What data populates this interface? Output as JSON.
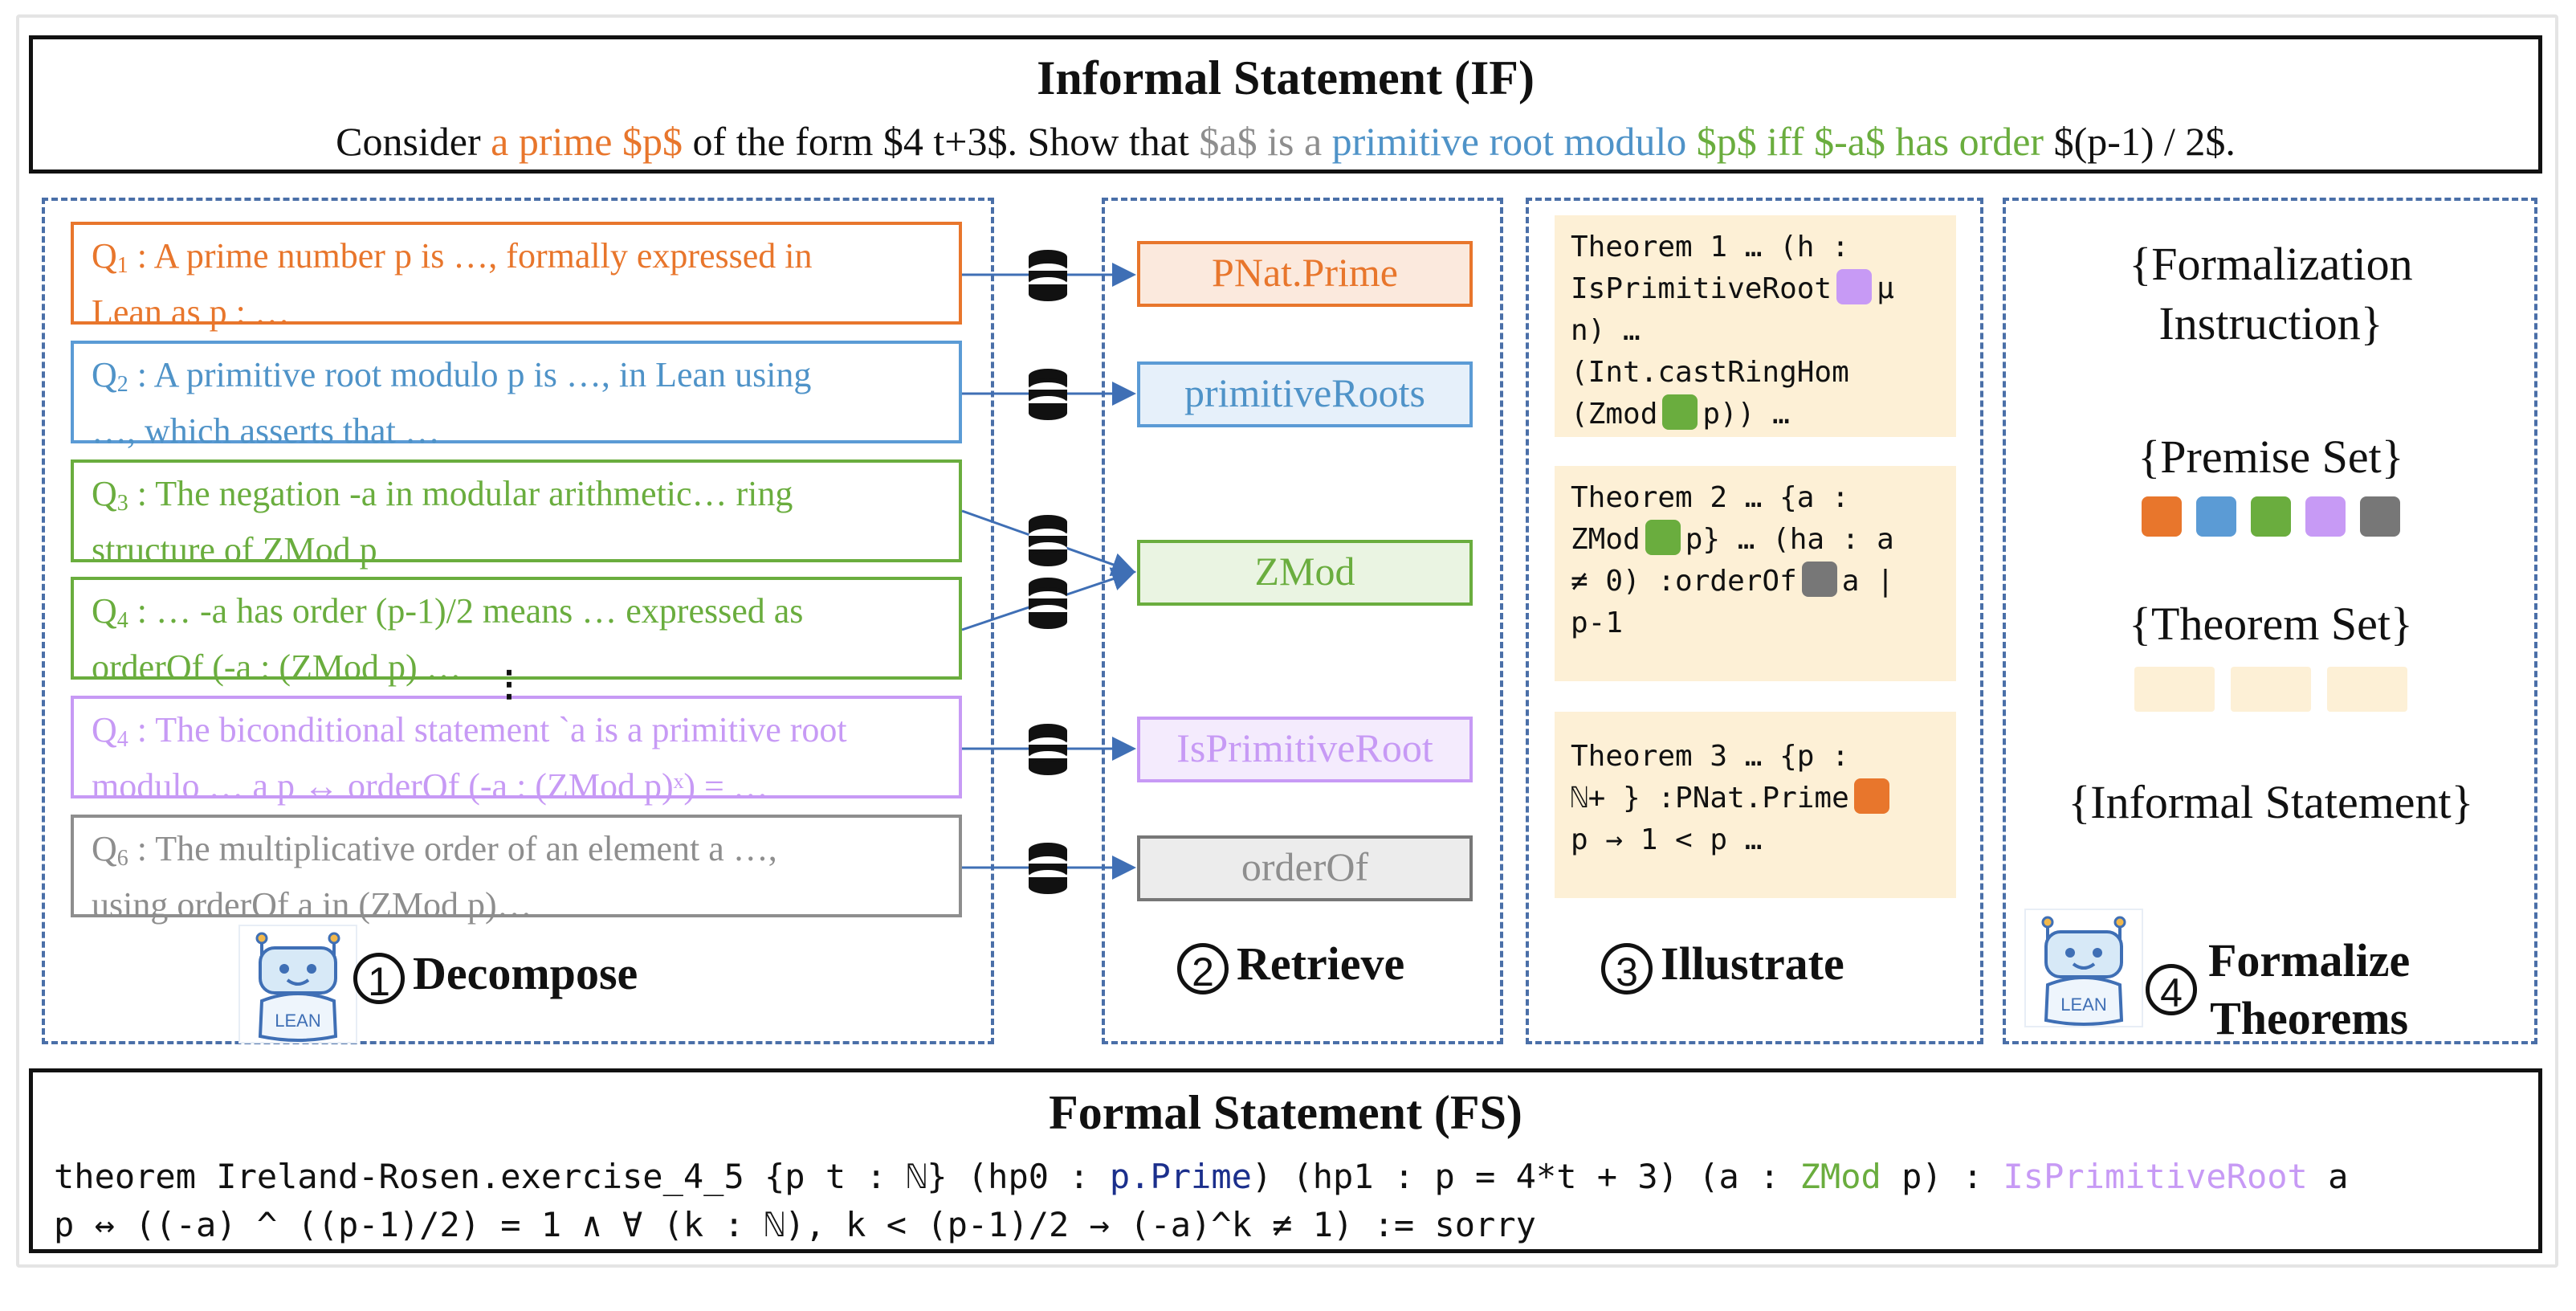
{
  "informal": {
    "title": "Informal Statement (IF)",
    "seg1": "Consider ",
    "seg2": "a prime $p$",
    "seg3": " of the form $4 t+3$. Show that ",
    "seg4": "$a$",
    "seg5": " is a ",
    "seg6": "primitive root modulo",
    "seg7": " $p$ iff $-a$ has order",
    "seg8": " $(p-1) / 2$."
  },
  "queries": [
    {
      "name": "Q",
      "sub": "1",
      "line1": " : A prime number p is …, formally expressed in",
      "line2": "Lean as p :  …"
    },
    {
      "name": "Q",
      "sub": "2",
      "line1": " : A primitive root modulo p is …, in Lean using",
      "line2": "…, which asserts that …"
    },
    {
      "name": "Q",
      "sub": "3",
      "line1": " : The negation -a in modular arithmetic… ring",
      "line2": "structure of ZMod p"
    },
    {
      "name": "Q",
      "sub": "4",
      "line1": " : … -a has order (p-1)/2 means … expressed as",
      "line2": "orderOf (-a : (ZMod p) …"
    },
    {
      "name": "Q",
      "sub": "4",
      "line1": " : The biconditional statement `a is a primitive root",
      "line2": "modulo … a p ↔ orderOf (-a : (ZMod p)ˣ) = …"
    },
    {
      "name": "Q",
      "sub": "6",
      "line1": " : The multiplicative order of an element a …,",
      "line2": "using orderOf a in (ZMod p)…"
    }
  ],
  "ellipsis": "⋮",
  "premises": [
    "PNat.Prime",
    "primitiveRoots",
    "ZMod",
    "IsPrimitiveRoot",
    "orderOf"
  ],
  "theorems": [
    {
      "l1a": "Theorem 1 … (h :",
      "l2a": "IsPrimitiveRoot",
      "l2b": "μ",
      "l3": "n) …",
      "l4": "(Int.castRingHom",
      "l5a": "(Zmod",
      "l5b": "p)) …"
    },
    {
      "l1a": "Theorem 2 … {a :",
      "l2a": "ZMod",
      "l2b": "p} … (ha : a",
      "l3a": "≠ 0) :orderOf",
      "l3b": "a |",
      "l4": "p-1"
    },
    {
      "l1a": "Theorem 3 … {p :",
      "l2a": "ℕ+ } :PNat.Prime",
      "l3": "p → 1 < p …"
    }
  ],
  "steps": {
    "decompose": {
      "num": "1",
      "label": "Decompose"
    },
    "retrieve": {
      "num": "2",
      "label": "Retrieve"
    },
    "illustrate": {
      "num": "3",
      "label": "Illustrate"
    },
    "formalize": {
      "num": "4",
      "label1": "Formalize",
      "label2": "Theorems"
    }
  },
  "right_panel": {
    "instruction1": "{Formalization",
    "instruction2": "Instruction}",
    "premise_set": "{Premise Set}",
    "theorem_set": "{Theorem Set}",
    "informal_statement": "{Informal Statement}"
  },
  "logo_text": "LEAN",
  "formal": {
    "title": "Formal Statement (FS)",
    "l1a": "theorem Ireland-Rosen.exercise_4_5 {p t : ℕ} (hp0 : ",
    "l1b": "p.Prime",
    "l1c": ") (hp1 : p = 4*t + 3) (a : ",
    "l1d": "ZMod",
    "l1e": " p) : ",
    "l1f": "IsPrimitiveRoot",
    "l1g": " a",
    "l2": "p ↔ ((-a) ^ ((p-1)/2) = 1 ∧ ∀ (k : ℕ), k < (p-1)/2 → (-a)^k ≠ 1) := sorry"
  },
  "colors": {
    "orange": "#e8762c",
    "blue": "#5b9bd5",
    "green": "#6aad3e",
    "purple": "#c79af5",
    "gray": "#777777",
    "theorem_bg": "#fdf0d6",
    "panel_border": "#4a6fa8"
  }
}
